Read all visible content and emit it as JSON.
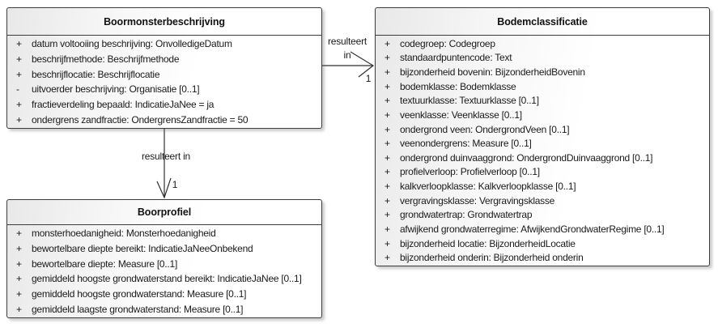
{
  "colors": {
    "box_border": "#3c3c3c",
    "box_fill_left": "#e8e8e8",
    "box_fill_right": "#ffffff",
    "line": "#2f2f2f",
    "text": "#1a1a1a"
  },
  "classes": [
    {
      "name": "Boormonsterbeschrijving",
      "attributes": [
        {
          "visibility": "+",
          "text": "datum voltooiing beschrijving: OnvolledigeDatum"
        },
        {
          "visibility": "+",
          "text": "beschrijfmethode: Beschrijfmethode"
        },
        {
          "visibility": "+",
          "text": "beschrijflocatie: Beschrijflocatie"
        },
        {
          "visibility": "-",
          "text": "uitvoerder beschrijving: Organisatie [0..1]"
        },
        {
          "visibility": "+",
          "text": "fractieverdeling bepaald: IndicatieJaNee = ja"
        },
        {
          "visibility": "+",
          "text": "ondergrens zandfractie: OndergrensZandfractie = 50"
        }
      ]
    },
    {
      "name": "Bodemclassificatie",
      "attributes": [
        {
          "visibility": "+",
          "text": "codegroep: Codegroep"
        },
        {
          "visibility": "+",
          "text": "standaardpuntencode: Text"
        },
        {
          "visibility": "+",
          "text": "bijzonderheid bovenin: BijzonderheidBovenin"
        },
        {
          "visibility": "+",
          "text": "bodemklasse: Bodemklasse"
        },
        {
          "visibility": "+",
          "text": "textuurklasse: Textuurklasse [0..1]"
        },
        {
          "visibility": "+",
          "text": "veenklasse: Veenklasse [0..1]"
        },
        {
          "visibility": "+",
          "text": "ondergrond veen: OndergrondVeen [0..1]"
        },
        {
          "visibility": "+",
          "text": "veenondergrens: Measure [0..1]"
        },
        {
          "visibility": "+",
          "text": "ondergrond duinvaaggrond: OndergrondDuinvaaggrond [0..1]"
        },
        {
          "visibility": "+",
          "text": "profielverloop: Profielverloop [0..1]"
        },
        {
          "visibility": "+",
          "text": "kalkverloopklasse: Kalkverloopklasse [0..1]"
        },
        {
          "visibility": "+",
          "text": "vergravingsklasse: Vergravingsklasse"
        },
        {
          "visibility": "+",
          "text": "grondwatertrap: Grondwatertrap"
        },
        {
          "visibility": "+",
          "text": "afwijkend grondwaterregime: AfwijkendGrondwaterRegime [0..1]"
        },
        {
          "visibility": "+",
          "text": "bijzonderheid locatie: BijzonderheidLocatie"
        },
        {
          "visibility": "+",
          "text": "bijzonderheid onderin: Bijzonderheid onderin"
        }
      ]
    },
    {
      "name": "Boorprofiel",
      "attributes": [
        {
          "visibility": "+",
          "text": "monsterhoedanigheid: Monsterhoedanigheid"
        },
        {
          "visibility": "+",
          "text": "bewortelbare diepte bereikt: IndicatieJaNeeOnbekend"
        },
        {
          "visibility": "+",
          "text": "bewortelbare diepte: Measure [0..1]"
        },
        {
          "visibility": "+",
          "text": "gemiddeld hoogste grondwaterstand bereikt: IndicatieJaNee [0..1]"
        },
        {
          "visibility": "+",
          "text": "gemiddeld hoogste grondwaterstand: Measure [0..1]"
        },
        {
          "visibility": "+",
          "text": "gemiddeld laagste grondwaterstand: Measure [0..1]"
        }
      ]
    }
  ],
  "relations": [
    {
      "from": "Boormonsterbeschrijving",
      "to": "Bodemclassificatie",
      "label_line1": "resulteert",
      "label_line2": "in",
      "target_multiplicity": "1"
    },
    {
      "from": "Boormonsterbeschrijving",
      "to": "Boorprofiel",
      "label": "resulteert in",
      "target_multiplicity": "1"
    }
  ]
}
